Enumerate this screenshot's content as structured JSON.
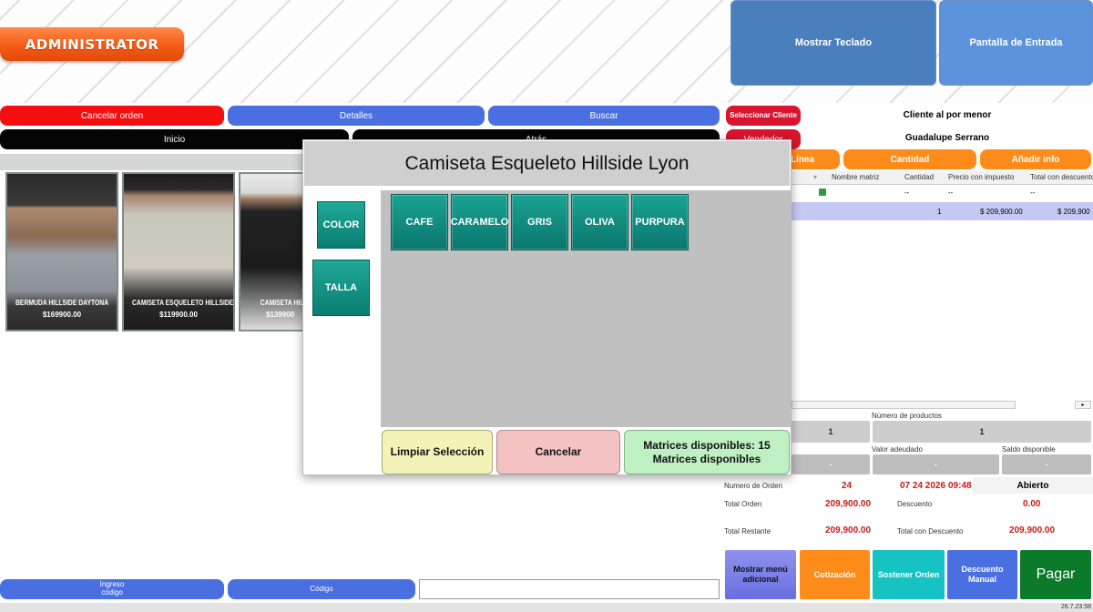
{
  "header": {
    "admin_label": "ADMINISTRATOR",
    "show_keyboard": "Mostrar Teclado",
    "entry_screen": "Pantalla de Entrada"
  },
  "toolbar": {
    "cancel_order": "Cancelar orden",
    "details": "Detalles",
    "search": "Buscar",
    "select_client": "Seleccionar Cliente",
    "client_name": "Cliente al por menor",
    "home": "Inicio",
    "back": "Atrás",
    "seller_label": "Vendedor",
    "seller_name": "Guadalupe Serrano",
    "line": "Línea",
    "quantity": "Cantidad",
    "add_info": "Añadir info"
  },
  "products": [
    {
      "name": "BERMUDA HILLSIDE DAYTONA",
      "price": "$169900.00"
    },
    {
      "name": "CAMISETA ESQUELETO HILLSIDE LYON",
      "price": "$119900.00"
    },
    {
      "name": "CAMISETA HILLSIDE",
      "price": "$139900"
    }
  ],
  "modal": {
    "title": "Camiseta Esqueleto Hillside Lyon",
    "attributes": [
      "COLOR",
      "TALLA"
    ],
    "options": [
      "CAFE",
      "CARAMELO",
      "GRIS",
      "OLIVA",
      "PURPURA"
    ],
    "clear_btn": "Limpiar Selección",
    "cancel_btn": "Cancelar",
    "matrices_line1": "Matrices disponibles: 15",
    "matrices_line2": "Matrices disponibles"
  },
  "grid": {
    "headers": [
      "Nombre matriz",
      "Cantidad",
      "Precio con impuesto",
      "Total con descuento"
    ],
    "row1": {
      "matrix": "--",
      "qty": "--",
      "total": "--"
    },
    "row2": {
      "qty": "1",
      "price": "$ 209,900.00",
      "total": "$ 209,900"
    }
  },
  "summary": {
    "num_products_label": "Número de productos",
    "left_box1": "1",
    "num_products": "1",
    "owed_label": "Valor adeudado",
    "balance_label": "Saldo disponible",
    "left_box2": "-",
    "owed": "-",
    "balance": "-",
    "order_num_label": "Numero de Orden",
    "order_num": "24",
    "order_date": "07 24 2026",
    "order_time": "09:48",
    "order_status": "Abierto",
    "total_label": "Total Orden",
    "total": "209,900.00",
    "discount_label": "Descuento",
    "discount": "0.00",
    "remaining_label": "Total Restante",
    "remaining": "209,900.00",
    "total_discount_label": "Total con Descuento",
    "total_discount": "209,900.00"
  },
  "actions": {
    "more_menu": "Mostrar menú adicional",
    "quote": "Cotización",
    "hold": "Sostener Orden",
    "manual_discount": "Descuento Manual",
    "pay": "Pagar"
  },
  "bottom": {
    "code_entry": "Ingreso código",
    "code": "Código",
    "version": "26.7.23.58"
  },
  "colors": {
    "accent_blue": "#4a6fe0",
    "teal": "#0e8a7e",
    "pay_green": "#0b7a2a",
    "cancel_red": "#f30f0f"
  }
}
